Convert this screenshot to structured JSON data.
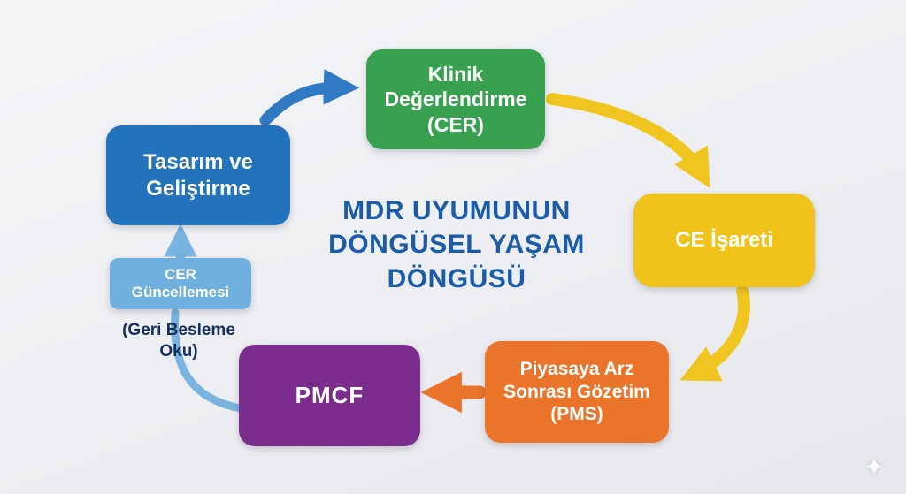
{
  "title": {
    "lines": [
      "MDR UYUMUNUN",
      "DÖNGÜSEL YAŞAM",
      "DÖNGÜSÜ"
    ]
  },
  "nodes": {
    "design": {
      "label": "Tasarım ve Geliştirme"
    },
    "clinical": {
      "label": "Klinik Değerlendirme (CER)"
    },
    "ce": {
      "label": "CE İşareti"
    },
    "pms": {
      "label": "Piyasaya Arz Sonrası Gözetim (PMS)"
    },
    "pmcf": {
      "label": "PMCF"
    },
    "cer_update": {
      "label": "CER Güncellemesi"
    }
  },
  "annotations": {
    "feedback_label": "(Geri Besleme Oku)"
  },
  "edges": [
    {
      "from": "design",
      "to": "clinical",
      "color_key": "arrow_blue"
    },
    {
      "from": "clinical",
      "to": "ce",
      "color_key": "arrow_yellow"
    },
    {
      "from": "ce",
      "to": "pms",
      "color_key": "arrow_yellow"
    },
    {
      "from": "pms",
      "to": "pmcf",
      "color_key": "arrow_orange"
    },
    {
      "from": "pmcf",
      "to": "cer_update",
      "color_key": "arrow_lightblue"
    },
    {
      "from": "cer_update",
      "to": "design",
      "color_key": "arrow_lightblue"
    }
  ],
  "colors": {
    "node_design": "#2273bb",
    "node_clinical": "#38a14f",
    "node_ce": "#f0c31b",
    "node_pms": "#e9742a",
    "node_pmcf": "#7b2d8e",
    "node_cer_update": "#6fb0de",
    "arrow_blue": "#2f7ac2",
    "arrow_yellow": "#f1c51f",
    "arrow_orange": "#e9742a",
    "arrow_lightblue": "#79b3e0",
    "title_text": "#1a5ca8",
    "feedback_text": "#16305c"
  },
  "decorations": {
    "sparkle": "✦"
  }
}
